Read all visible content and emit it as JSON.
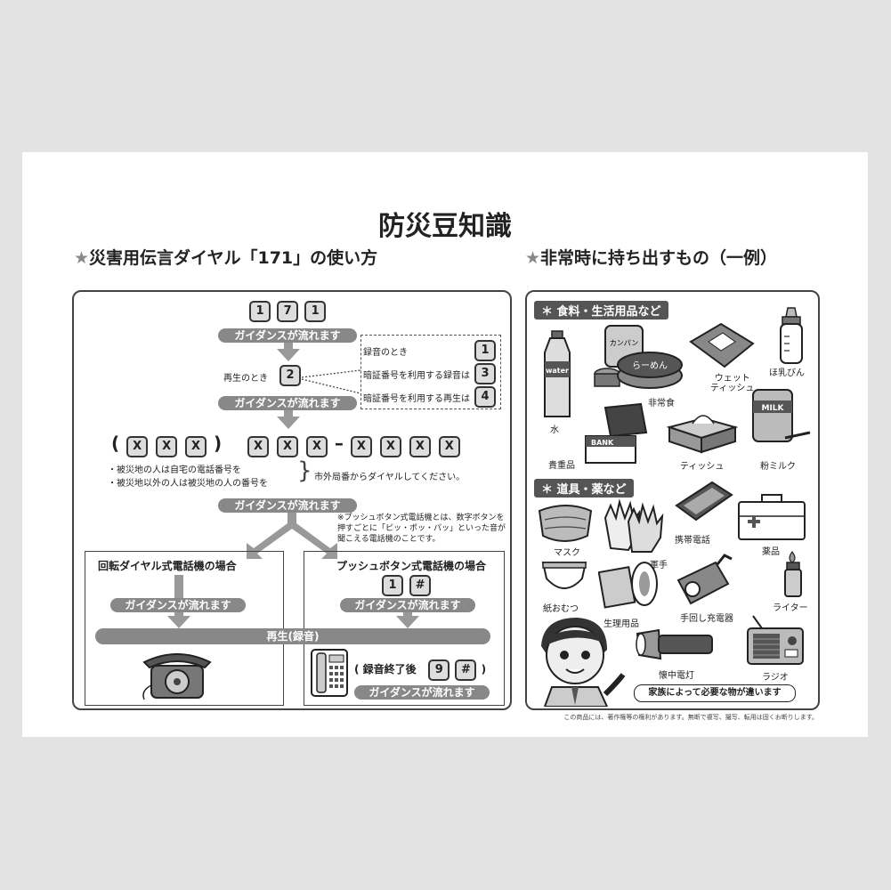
{
  "title": "防災豆知識",
  "left": {
    "heading_star": "★",
    "heading": "災害用伝言ダイヤル「171」の使い方",
    "dial_keys": [
      "1",
      "7",
      "1"
    ],
    "guidance": "ガイダンスが流れます",
    "playback_label": "再生のとき",
    "playback_key": "2",
    "options": [
      {
        "label": "録音のとき",
        "key": "1"
      },
      {
        "label": "暗証番号を利用する録音は",
        "key": "3"
      },
      {
        "label": "暗証番号を利用する再生は",
        "key": "4"
      }
    ],
    "paren_open": "(",
    "paren_close": ")",
    "dash": "–",
    "x": "X",
    "note1": "・被災地の人は自宅の電話番号を",
    "note2": "・被災地以外の人は被災地の人の番号を",
    "note_right": "市外局番からダイヤルしてください。",
    "push_note": "※プッシュボタン式電話機とは、数字ボタンを押すごとに「ピッ・ポッ・パッ」といった音が聞こえる電話機のことです。",
    "rotary_title": "回転ダイヤル式電話機の場合",
    "push_title": "プッシュボタン式電話機の場合",
    "push_keys": [
      "1",
      "#"
    ],
    "playback_record": "再生(録音)",
    "end_label": "録音終了後",
    "end_keys": [
      "9",
      "#"
    ]
  },
  "right": {
    "heading_star": "★",
    "heading": "非常時に持ち出すもの（一例）",
    "cat1": "＊ 食料・生活用品など",
    "cat2": "＊ 道具・薬など",
    "items": {
      "water": "水",
      "water_bottle_text": "water",
      "emergency_food": "非常食",
      "can_text": "カンパン",
      "ramen_text": "らーめん",
      "wet_tissue": "ウェット\nティッシュ",
      "baby_bottle": "ほ乳びん",
      "valuables": "貴重品",
      "bank_text": "BANK",
      "tissue": "ティッシュ",
      "milk": "粉ミルク",
      "milk_text": "MILK",
      "mask": "マスク",
      "gloves": "軍手",
      "phone": "携帯電話",
      "medicine": "薬品",
      "diaper": "紙おむつ",
      "sanitary": "生理用品",
      "charger": "手回し充電器",
      "lighter": "ライター",
      "flashlight": "懐中電灯",
      "radio": "ラジオ"
    },
    "speech": "家族によって必要な物が違います"
  },
  "copyright": "この商品には、著作権等の権利があります。無断で複写、撮写、転用は固くお断りします。"
}
